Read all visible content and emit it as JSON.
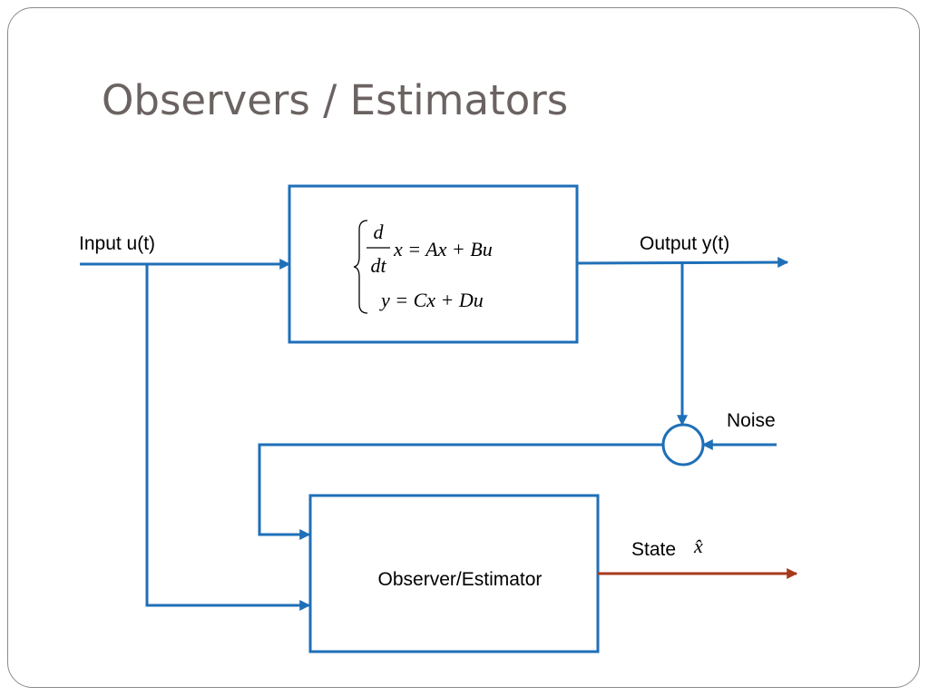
{
  "slide": {
    "title": "Observers / Estimators"
  },
  "labels": {
    "input": "Input u(t)",
    "output": "Output y(t)",
    "noise": "Noise",
    "state": "State",
    "state_symbol": "x̂",
    "observer_block": "Observer/Estimator"
  },
  "plant_equations": {
    "deriv_num": "d",
    "deriv_den": "dt",
    "state_eq": "x = Ax + Bu",
    "output_eq": "y = Cx + Du"
  },
  "colors": {
    "signal_line": "#1f6fb8",
    "state_output_line": "#a83a1c",
    "title_text": "#6b6262",
    "frame_border": "#8a8a8a"
  }
}
